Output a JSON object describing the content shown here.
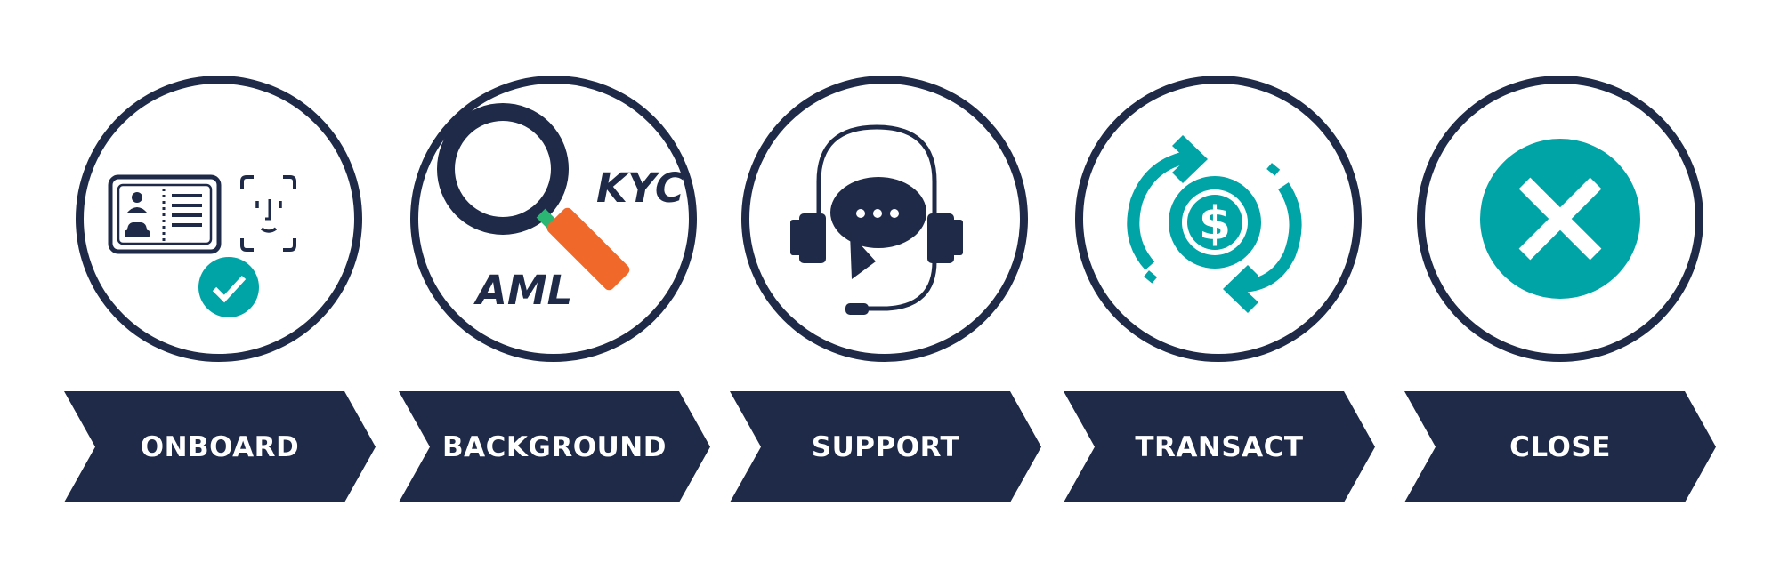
{
  "colors": {
    "navy": "#1e2a47",
    "teal": "#00a4a6",
    "orange": "#f0692a",
    "green": "#2bb673",
    "white": "#ffffff"
  },
  "steps": [
    {
      "label": "ONBOARD",
      "icon": "id-card-face-scan-check-icon"
    },
    {
      "label": "BACKGROUND",
      "icon": "magnifier-kyc-aml-icon",
      "texts": {
        "kyc": "KYC",
        "aml": "AML"
      }
    },
    {
      "label": "SUPPORT",
      "icon": "headset-chat-icon"
    },
    {
      "label": "TRANSACT",
      "icon": "dollar-exchange-icon"
    },
    {
      "label": "CLOSE",
      "icon": "close-x-icon"
    }
  ]
}
